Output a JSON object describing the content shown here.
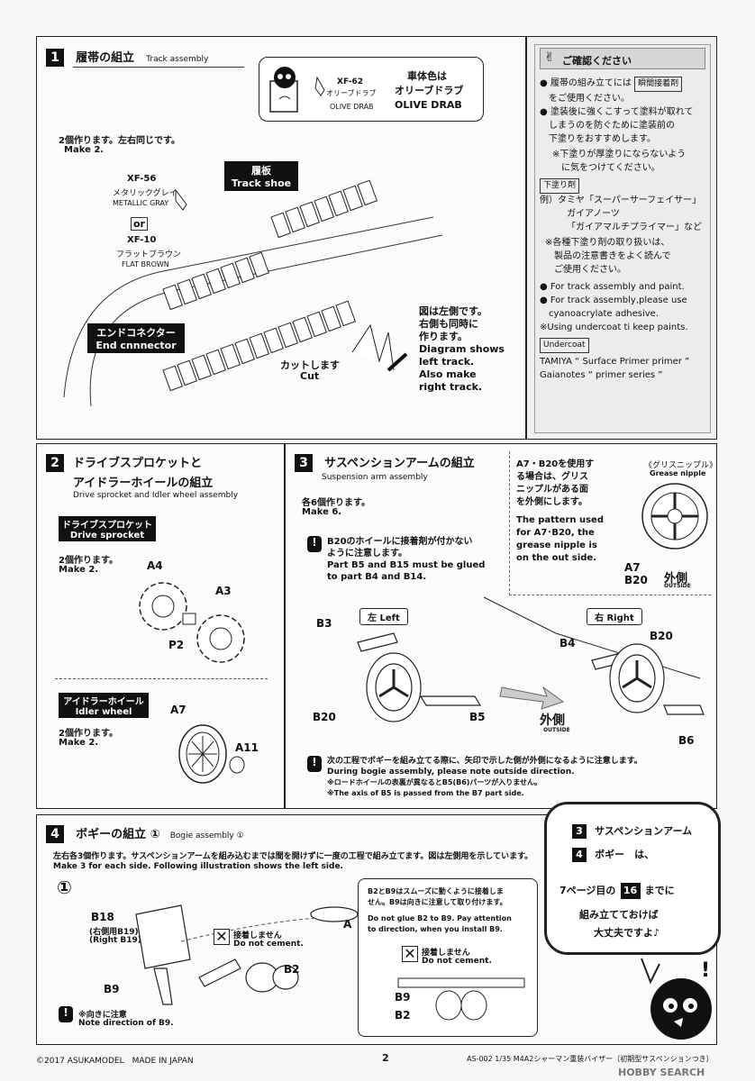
{
  "s1": {
    "num": "1",
    "title_jp": "履帯の組立",
    "title_en": "Track assembly",
    "paint_code": "XF-62",
    "paint_jp": "オリーブドラブ",
    "paint_en": "OLIVE DRAB",
    "body_color_jp": "車体色は",
    "body_color_jp2": "オリーブドラブ",
    "body_color_en": "OLIVE DRAB",
    "make_jp": "2個作ります。左右同じです。",
    "make_en": "Make 2.",
    "xf56": "XF-56",
    "xf56_jp": "メタリックグレイ",
    "xf56_en": "METALLIC GRAY",
    "or": "or",
    "xf10": "XF-10",
    "xf10_jp": "フラットブラウン",
    "xf10_en": "FLAT BROWN",
    "shoe_jp": "履板",
    "shoe_en": "Track shoe",
    "end_jp": "エンドコネクター",
    "end_en": "End cnnnector",
    "cut_jp": "カットします",
    "cut_en": "Cut",
    "diag_jp1": "図は左側です。",
    "diag_jp2": "右側も同時に",
    "diag_jp3": "作ります。",
    "diag_en1": "Diagram shows",
    "diag_en2": "left track.",
    "diag_en3": "Also make",
    "diag_en4": "right track."
  },
  "confirm": {
    "title": "ご確認ください",
    "b1a": "履帯の組み立てには",
    "b1tag": "瞬間接着剤",
    "b1b": "をご使用ください。",
    "b2a": "塗装後に強くこすって塗料が取れて",
    "b2b": "しまうのを防ぐために塗装前の",
    "b2c": "下塗りをおすすめします。",
    "n1a": "※下塗りが厚塗りにならないよう",
    "n1b": "に気をつけてください。",
    "primer_tag": "下塗り剤",
    "ex1": "例）タミヤ「スーパーサーフェイサー」",
    "ex2": "ガイアノーツ",
    "ex3": "「ガイアマルチプライマー」など",
    "n2a": "※各種下塗り剤の取り扱いは、",
    "n2b": "製品の注意書きをよく読んで",
    "n2c": "ご使用ください。",
    "e1": "For track assembly and paint.",
    "e2a": "For track assembly,please use",
    "e2b": "cyanoacrylate adhesive.",
    "e3": "※Using undercoat ti keep paints.",
    "undercoat_tag": "Undercoat",
    "u1": "TAMIYA “ Surface Primer primer ”",
    "u2": "Gaianotes “ primer series ”"
  },
  "s2": {
    "num": "2",
    "title_jp1": "ドライブスプロケットと",
    "title_jp2": "アイドラーホイールの組立",
    "title_en": "Drive sprocket and Idler wheel assembly",
    "ds_jp": "ドライブスプロケット",
    "ds_en": "Drive sprocket",
    "make_jp": "2個作ります。",
    "make_en": "Make 2.",
    "a4": "A4",
    "a3": "A3",
    "p2": "P2",
    "iw_jp": "アイドラーホイール",
    "iw_en": "Idler wheel",
    "a7": "A7",
    "a11": "A11",
    "make2_jp": "2個作ります。",
    "make2_en": "Make 2."
  },
  "s3": {
    "num": "3",
    "title_jp": "サスペンションアームの組立",
    "title_en": "Suspension arm assembly",
    "make_jp": "各6個作ります。",
    "make_en": "Make 6.",
    "w1_jp1": "B20のホイールに接着剤が付かない",
    "w1_jp2": "ように注意します。",
    "w1_en1": "Part B5 and B15 must be glued",
    "w1_en2": "to part B4 and B14.",
    "side_jp1": "A7・B20を使用す",
    "side_jp2": "る場合は、グリス",
    "side_jp3": "ニップルがある面",
    "side_jp4": "を外側にします。",
    "side_en1": "The pattern used",
    "side_en2": "for A7･B20, the",
    "side_en3": "grease nipple is",
    "side_en4": "on the out side.",
    "grease_jp": "《グリスニップル》",
    "grease_en": "Grease nipple",
    "a7": "A7",
    "b20": "B20",
    "outside_jp": "外側",
    "outside_en": "OUTSIDE",
    "left_jp": "左",
    "left_en": "Left",
    "right_jp": "右",
    "right_en": "Right",
    "b3": "B3",
    "b20l": "B20",
    "b5": "B5",
    "b4": "B4",
    "b20r": "B20",
    "b6": "B6",
    "w2_jp": "次の工程でボギーを組み立てる際に、矢印で示した側が外側になるように注意します。",
    "w2_en": "During bogie assembly, please note outside direction.",
    "w2_n1": "※ロードホイールの表裏が異なるとB5(B6)パーツが入りません。",
    "w2_n2": "※The axis of B5 is passed from the B7 part side."
  },
  "s4": {
    "num": "4",
    "title_jp": "ボギーの組立 ①",
    "title_en": "Bogie assembly ①",
    "intro_jp": "左右各3個作ります。サスペンションアームを組み込むまでは間を開けずに一度の工程で組み立てます。図は左側用を示しています。",
    "intro_en": "Make 3 for each side. Following illustration shows the left side.",
    "step": "①",
    "b18": "B18",
    "b19_jp": "(右側用B19)",
    "b19_en": "(Right B19)",
    "a": "A",
    "nc_jp": "接着しません",
    "nc_en": "Do not cement.",
    "b2": "B2",
    "b9": "B9",
    "note_jp": "※向きに注意",
    "note_en": "Note direction of B9.",
    "box_jp1": "B2とB9はスムーズに動くように接着しま",
    "box_jp2": "せん。B9は向きに注意して取り付けます。",
    "box_en1": "Do not glue B2 to B9. Pay attention",
    "box_en2": "to direction, when you install B9.",
    "box_nc_jp": "接着しません",
    "box_nc_en": "Do not cement.",
    "box_b9": "B9",
    "box_b2": "B2"
  },
  "bubble": {
    "n3": "3",
    "l1": "サスペンションアーム",
    "n4": "4",
    "l2": "ボギー　は、",
    "l3a": "7ページ目の",
    "n16": "16",
    "l3b": "までに",
    "l4": "組み立てておけば",
    "l5": "大丈夫ですよ♪"
  },
  "footer": {
    "copyright": "©2017 ASUKAMODEL　MADE IN JAPAN",
    "page": "2",
    "product": "AS-002 1/35 M4A2シャーマン重装バイザー（初期型サスペンションつき）",
    "watermark": "HOBBY SEARCH"
  }
}
